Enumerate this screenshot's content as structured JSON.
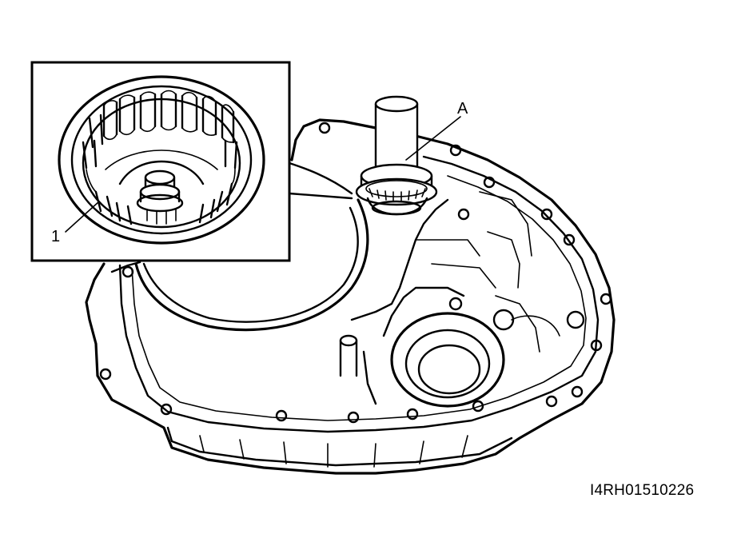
{
  "callouts": {
    "a": "A",
    "one": "1"
  },
  "figure_id": "I4RH01510226",
  "ink_color": "#000000",
  "background_color": "#ffffff"
}
